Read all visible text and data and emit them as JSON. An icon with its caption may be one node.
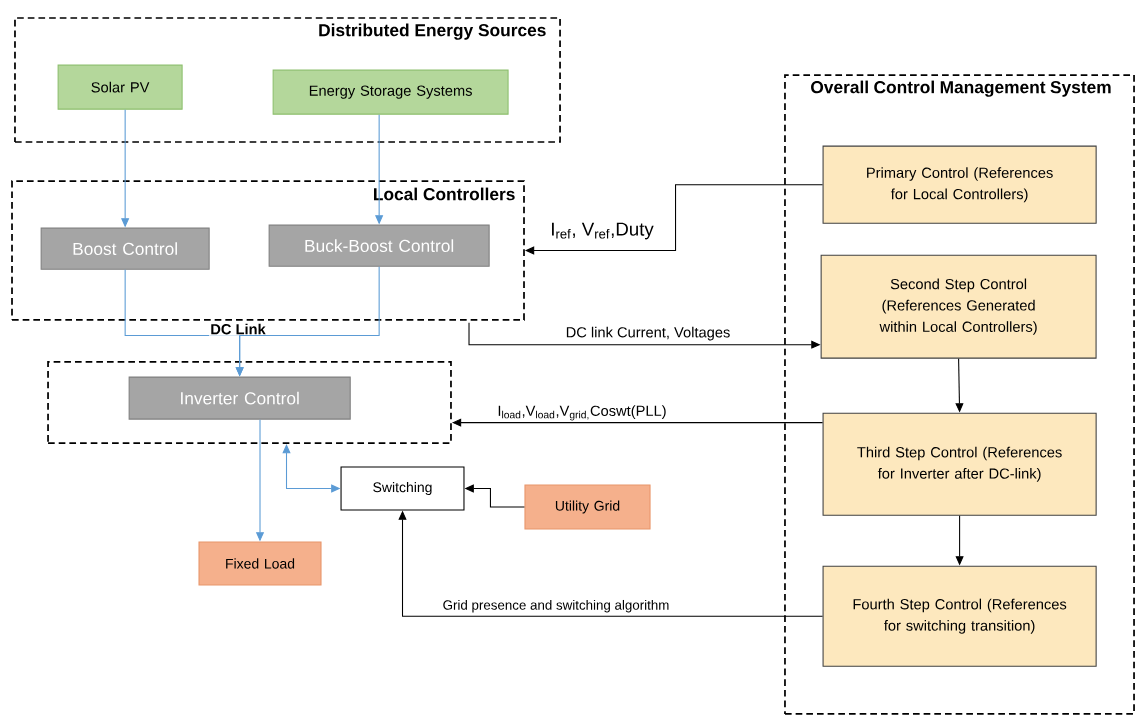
{
  "diagram": {
    "nodes": [
      {
        "text": [
          "Distributed Energy Sources"
        ]
      },
      {
        "text": [
          "Solar PV"
        ],
        "in": 0
      },
      {
        "text": [
          "Energy Storage Systems"
        ],
        "in": 0
      },
      {
        "text": [
          "Local Controllers"
        ]
      },
      {
        "text": [
          "Boost Control"
        ],
        "in": 3
      },
      {
        "text": [
          "Buck-Boost Control"
        ],
        "in": 3
      },
      {
        "text": [],
        "shape": "box"
      },
      {
        "text": [
          "Inverter Control"
        ],
        "in": 6
      },
      {
        "text": [
          "Switching"
        ]
      },
      {
        "text": [
          "Utility Grid"
        ]
      },
      {
        "text": [
          "Fixed Load"
        ]
      },
      {
        "text": [
          "Overall Control Management System"
        ]
      },
      {
        "text": [
          "Primary Control (References for Local Controllers)"
        ],
        "in": 11
      },
      {
        "text": [
          "Second Step Control (References Generated within Local Controllers)"
        ],
        "in": 11
      },
      {
        "text": [
          "Third Step Control (References for Inverter after DC-link)"
        ],
        "in": 11
      },
      {
        "text": [
          "Fourth Step Control (References for switching transition)"
        ],
        "in": 11
      }
    ],
    "edges": [
      {
        "from": 1,
        "to": 4,
        "arrow": "to",
        "color": "#5b9bd5"
      },
      {
        "from": 2,
        "to": 5,
        "arrow": "to",
        "color": "#5b9bd5"
      },
      {
        "from": 4,
        "to": 7,
        "arrow": "to",
        "color": "#5b9bd5",
        "label": "DC Link"
      },
      {
        "from": 5,
        "to": 7,
        "arrow": "to",
        "color": "#5b9bd5"
      },
      {
        "from": 7,
        "to": 10,
        "arrow": "to",
        "color": "#5b9bd5"
      },
      {
        "from": 6,
        "to": 8,
        "arrow": "both",
        "color": "#5b9bd5"
      },
      {
        "from": 9,
        "to": 8,
        "arrow": "to"
      },
      {
        "from": 12,
        "to": 3,
        "arrow": "to",
        "label": "I$_{ref}$, V$_{ref}$,Duty"
      },
      {
        "from": 3,
        "to": 13,
        "arrow": "to",
        "label": "DC link Current, Voltages"
      },
      {
        "from": 14,
        "to": 6,
        "arrow": "to",
        "label": "I$_{load}$,V$_{load}$,V$_{grid,}$Coswt(PLL)"
      },
      {
        "from": 13,
        "to": 14,
        "arrow": "to"
      },
      {
        "from": 14,
        "to": 15,
        "arrow": "to"
      },
      {
        "from": 15,
        "to": 8,
        "arrow": "to",
        "label": "Grid presence and switching algorithm"
      }
    ]
  }
}
